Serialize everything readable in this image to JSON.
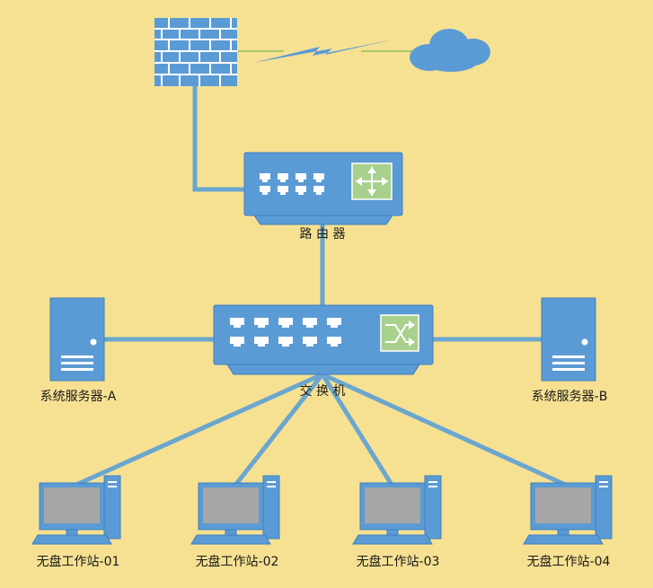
{
  "colors": {
    "background": "#f6e192",
    "device_blue": "#5b9bd5",
    "device_stroke": "#3f7fbf",
    "link": "#6aa6cf",
    "router_badge": "#a9d18e",
    "screen_gray": "#a6a6a6",
    "cloud": "#5b9bd5",
    "wan_line": "#8fbf5a"
  },
  "nodes": {
    "firewall": {
      "label": "",
      "icon": "firewall-icon"
    },
    "internet": {
      "label": "",
      "icon": "cloud-icon"
    },
    "router": {
      "label": "路 由 器",
      "icon": "router-icon"
    },
    "switch": {
      "label": "交 换 机",
      "icon": "switch-icon"
    },
    "server_a": {
      "label": "系统服务器-A",
      "icon": "server-icon"
    },
    "server_b": {
      "label": "系统服务器-B",
      "icon": "server-icon"
    },
    "workstations": [
      {
        "label": "无盘工作站-01",
        "icon": "workstation-icon"
      },
      {
        "label": "无盘工作站-02",
        "icon": "workstation-icon"
      },
      {
        "label": "无盘工作站-03",
        "icon": "workstation-icon"
      },
      {
        "label": "无盘工作站-04",
        "icon": "workstation-icon"
      }
    ]
  },
  "edges": [
    {
      "from": "firewall",
      "to": "internet",
      "kind": "wan"
    },
    {
      "from": "firewall",
      "to": "router",
      "kind": "lan"
    },
    {
      "from": "router",
      "to": "switch",
      "kind": "lan"
    },
    {
      "from": "switch",
      "to": "server_a",
      "kind": "lan"
    },
    {
      "from": "switch",
      "to": "server_b",
      "kind": "lan"
    },
    {
      "from": "switch",
      "to": "workstations.0",
      "kind": "lan"
    },
    {
      "from": "switch",
      "to": "workstations.1",
      "kind": "lan"
    },
    {
      "from": "switch",
      "to": "workstations.2",
      "kind": "lan"
    },
    {
      "from": "switch",
      "to": "workstations.3",
      "kind": "lan"
    }
  ]
}
